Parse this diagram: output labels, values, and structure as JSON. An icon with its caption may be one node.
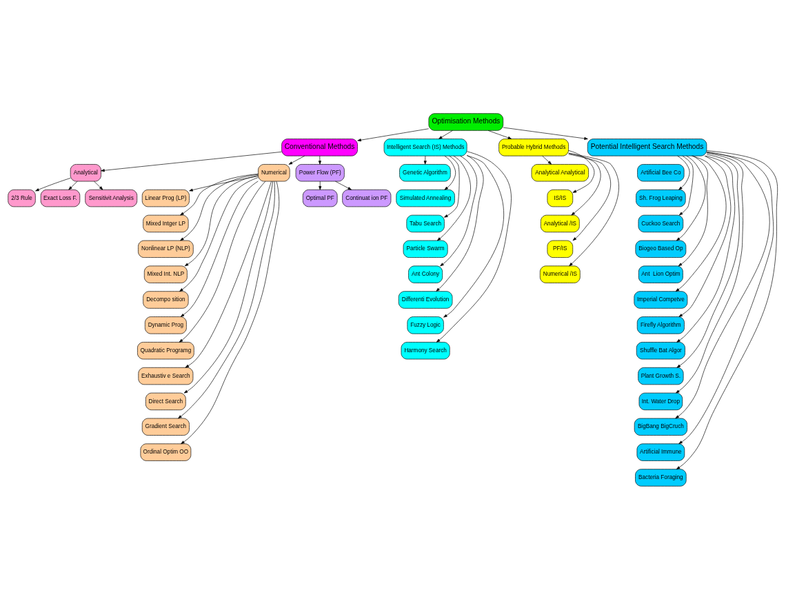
{
  "diagram": {
    "nodes": [
      {
        "text": [
          "Optimisation Methods"
        ]
      },
      {
        "text": [
          "Conventional Methods"
        ]
      },
      {
        "text": [
          "Analytical"
        ]
      },
      {
        "text": [
          "Numerical"
        ]
      },
      {
        "text": [
          "Power Flow (PF)"
        ]
      },
      {
        "text": [
          "2/3 Rule"
        ]
      },
      {
        "text": [
          "Exact Loss F."
        ]
      },
      {
        "text": [
          "Sensitivit Analysis"
        ]
      },
      {
        "text": [
          "Linear Prog (LP)"
        ]
      },
      {
        "text": [
          "Mixed Intger LP"
        ]
      },
      {
        "text": [
          "Nonlinear LP (NLP)"
        ]
      },
      {
        "text": [
          "Mixed Int. NLP"
        ]
      },
      {
        "text": [
          "Decompo sition"
        ]
      },
      {
        "text": [
          "Dynamic Prog"
        ]
      },
      {
        "text": [
          "Quadratic Programg"
        ]
      },
      {
        "text": [
          "Exhaustiv e Search"
        ]
      },
      {
        "text": [
          "Direct Search"
        ]
      },
      {
        "text": [
          "Gradient Search"
        ]
      },
      {
        "text": [
          "Ordinal Optim OO"
        ]
      },
      {
        "text": [
          "Optimal PF"
        ]
      },
      {
        "text": [
          "Continuat ion PF"
        ]
      },
      {
        "text": [
          "Intelligent Search (IS) Methods"
        ]
      },
      {
        "text": [
          "Genetic Algorithm"
        ]
      },
      {
        "text": [
          "Simulated Annealing"
        ]
      },
      {
        "text": [
          "Tabu Search"
        ]
      },
      {
        "text": [
          "Particle Swarm"
        ]
      },
      {
        "text": [
          "Ant Colony"
        ]
      },
      {
        "text": [
          "Differenti Evolution"
        ]
      },
      {
        "text": [
          "Fuzzy Logic"
        ]
      },
      {
        "text": [
          "Harmony Search"
        ]
      },
      {
        "text": [
          "Probable Hybrid Methods"
        ]
      },
      {
        "text": [
          "Analytical Analytical"
        ]
      },
      {
        "text": [
          "IS/IS"
        ]
      },
      {
        "text": [
          "Analytical /IS"
        ]
      },
      {
        "text": [
          "PF/IS"
        ]
      },
      {
        "text": [
          "Numerical /IS"
        ]
      },
      {
        "text": [
          "Potential Intelligent Search Methods"
        ]
      },
      {
        "text": [
          "Artificial Bee Co"
        ]
      },
      {
        "text": [
          "Sh. Frog Leaping"
        ]
      },
      {
        "text": [
          "Cuckoo Search"
        ]
      },
      {
        "text": [
          "Biogeo Based Op"
        ]
      },
      {
        "text": [
          "Ant  Lion Optim"
        ]
      },
      {
        "text": [
          "Imperial Competve"
        ]
      },
      {
        "text": [
          "Firefly Algorithm"
        ]
      },
      {
        "text": [
          "Shuffle Bat Algor"
        ]
      },
      {
        "text": [
          "Plant Growth S."
        ]
      },
      {
        "text": [
          "Int. Water Drop"
        ]
      },
      {
        "text": [
          "BigBang BigCruch"
        ]
      },
      {
        "text": [
          "Artificial Immune"
        ]
      },
      {
        "text": [
          "Bacteria Foraging"
        ]
      }
    ],
    "edges": [
      {
        "from": 0,
        "to": 1,
        "arrow": "to"
      },
      {
        "from": 0,
        "to": 21,
        "arrow": "to"
      },
      {
        "from": 0,
        "to": 30,
        "arrow": "to"
      },
      {
        "from": 0,
        "to": 36,
        "arrow": "to"
      },
      {
        "from": 1,
        "to": 2,
        "arrow": "to"
      },
      {
        "from": 1,
        "to": 3,
        "arrow": "to"
      },
      {
        "from": 1,
        "to": 4,
        "arrow": "to"
      },
      {
        "from": 2,
        "to": 5,
        "arrow": "to"
      },
      {
        "from": 2,
        "to": 6,
        "arrow": "to"
      },
      {
        "from": 2,
        "to": 7,
        "arrow": "to"
      },
      {
        "from": 3,
        "to": 8,
        "arrow": "to"
      },
      {
        "from": 3,
        "to": 9,
        "arrow": "to"
      },
      {
        "from": 3,
        "to": 10,
        "arrow": "to"
      },
      {
        "from": 3,
        "to": 11,
        "arrow": "to"
      },
      {
        "from": 3,
        "to": 12,
        "arrow": "to"
      },
      {
        "from": 3,
        "to": 13,
        "arrow": "to"
      },
      {
        "from": 3,
        "to": 14,
        "arrow": "to"
      },
      {
        "from": 3,
        "to": 15,
        "arrow": "to"
      },
      {
        "from": 3,
        "to": 16,
        "arrow": "to"
      },
      {
        "from": 3,
        "to": 17,
        "arrow": "to"
      },
      {
        "from": 3,
        "to": 18,
        "arrow": "to"
      },
      {
        "from": 4,
        "to": 19,
        "arrow": "to"
      },
      {
        "from": 4,
        "to": 20,
        "arrow": "to"
      },
      {
        "from": 21,
        "to": 22,
        "arrow": "to"
      },
      {
        "from": 21,
        "to": 23,
        "arrow": "to"
      },
      {
        "from": 21,
        "to": 24,
        "arrow": "to"
      },
      {
        "from": 21,
        "to": 25,
        "arrow": "to"
      },
      {
        "from": 21,
        "to": 26,
        "arrow": "to"
      },
      {
        "from": 21,
        "to": 27,
        "arrow": "to"
      },
      {
        "from": 21,
        "to": 28,
        "arrow": "to"
      },
      {
        "from": 21,
        "to": 29,
        "arrow": "to"
      },
      {
        "from": 30,
        "to": 31,
        "arrow": "to"
      },
      {
        "from": 30,
        "to": 32,
        "arrow": "to"
      },
      {
        "from": 30,
        "to": 33,
        "arrow": "to"
      },
      {
        "from": 30,
        "to": 34,
        "arrow": "to"
      },
      {
        "from": 30,
        "to": 35,
        "arrow": "to"
      },
      {
        "from": 36,
        "to": 38,
        "arrow": "to"
      },
      {
        "from": 36,
        "to": 39,
        "arrow": "to"
      },
      {
        "from": 36,
        "to": 40,
        "arrow": "to"
      },
      {
        "from": 36,
        "to": 41,
        "arrow": "to"
      },
      {
        "from": 36,
        "to": 42,
        "arrow": "to"
      },
      {
        "from": 36,
        "to": 43,
        "arrow": "to"
      },
      {
        "from": 36,
        "to": 44,
        "arrow": "to"
      },
      {
        "from": 36,
        "to": 45,
        "arrow": "to"
      },
      {
        "from": 36,
        "to": 46,
        "arrow": "to"
      },
      {
        "from": 36,
        "to": 47,
        "arrow": "to"
      },
      {
        "from": 36,
        "to": 48,
        "arrow": "to"
      },
      {
        "from": 36,
        "to": 49,
        "arrow": "to"
      }
    ]
  }
}
